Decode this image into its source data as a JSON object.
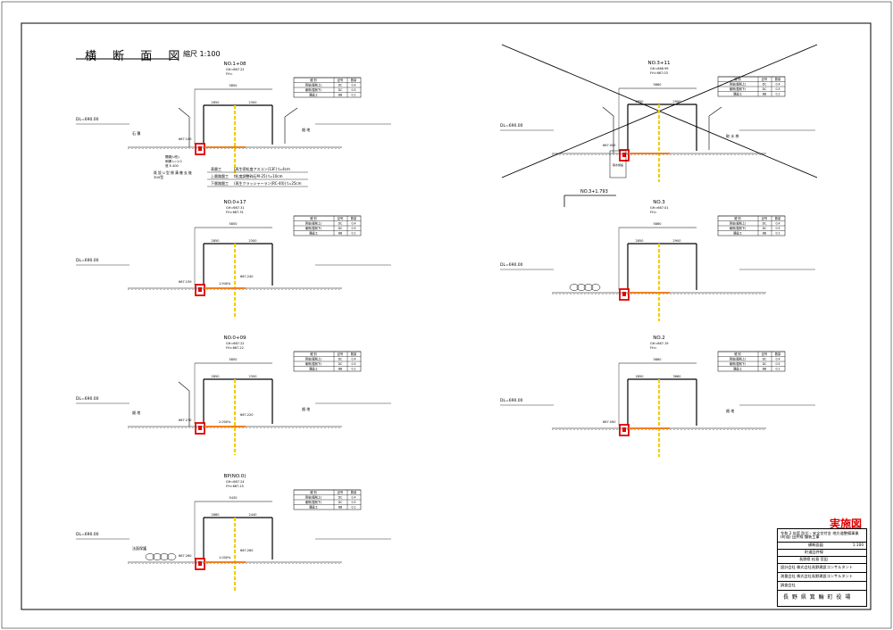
{
  "document": {
    "title": "横 断 面 図",
    "scale": "縮尺 1:100",
    "stamp": "実施図"
  },
  "sections": [
    {
      "id": "no1_08",
      "name": "NO.1+08",
      "gh": "GH=667.22",
      "fh": "FH=",
      "dl": "DL=690.00",
      "width_total": "5850",
      "width_left": "2850",
      "width_right": "2300",
      "elev_label": "667.100",
      "side_left": "石 積",
      "side_right": "畑 地"
    },
    {
      "id": "no0_17",
      "name": "NO.0+17",
      "gh": "GH=667.31",
      "fh": "FH=667.31",
      "dl": "DL=690.00",
      "width_total": "5850",
      "width_left": "2850",
      "width_right": "2300",
      "elev_left": "667.159",
      "elev_right": "667.240",
      "grade": "1.940%"
    },
    {
      "id": "no0_09",
      "name": "NO.0+09",
      "gh": "GH=667.22",
      "fh": "FH=667.22",
      "dl": "DL=690.00",
      "width_total": "5850",
      "width_left": "2850",
      "width_right": "2300",
      "elev_left": "667.270",
      "elev_right": "667.220",
      "grade": "2.000%",
      "side_left": "畑 地",
      "side_right": "畑 地"
    },
    {
      "id": "bp",
      "name": "BP(NO.0)",
      "gh": "GH=667.24",
      "fh": "FH=667.25",
      "dl": "DL=690.00",
      "width_total": "5430",
      "width_left": "2880",
      "width_right": "2440",
      "elev_left": "667.260",
      "elev_right": "667.260",
      "grade": "1.000%",
      "side_left": "法面保護"
    },
    {
      "id": "no3_11",
      "name": "NO.3+11",
      "gh": "GH=666.99",
      "fh": "FH=667.03",
      "dl": "DL=690.00",
      "width_total": "5860",
      "width_left": "2850",
      "width_right": "2900",
      "elev_label": "667.000",
      "side_right": "取 水 桝",
      "box_label": "取水施設"
    },
    {
      "id": "no3",
      "name": "NO.3",
      "gh": "GH=667.01",
      "fh": "FH=",
      "dl": "DL=690.00",
      "width_total": "5860",
      "width_left": "2850",
      "width_right": "2900"
    },
    {
      "id": "no2",
      "name": "NO.2",
      "gh": "GH=667.19",
      "fh": "FH=",
      "dl": "DL=690.00",
      "width_total": "5860",
      "width_left": "2850",
      "width_right": "3660",
      "elev_left": "667.090",
      "side_right": "畑 地"
    }
  ],
  "marker": "NO.3+1.793",
  "legend": {
    "headers": [
      "種 別",
      "記号",
      "数量"
    ],
    "rows": [
      [
        "測量(掘削上)",
        "DC",
        "0.4"
      ],
      [
        "補修(掘削下)",
        "DC",
        "0.5"
      ],
      [
        "路盤工",
        "BB",
        "0.1"
      ]
    ]
  },
  "pavement_notes": [
    {
      "label": "表層工",
      "value": "(再生密粒度アスコン(13F)  t=4cm"
    },
    {
      "label": "上層路盤工",
      "value": "(粒度調整砕石M-25)  t=10cm"
    },
    {
      "label": "下層路盤工",
      "value": "(再生クラッシャーラン(RC-40))  t=25cm"
    }
  ],
  "culvert_notes": [
    "開渠(U形)",
    "側溝 L=1.0",
    "底 E-400"
  ],
  "existing_note": "既 設 U 型 側 溝  撤 去 後",
  "existing_size": "300型",
  "title_block": {
    "rows": [
      "令和 2 年度  防災・安全交付金 地方道整備事業 (町道) 田井線 舗装工事",
      "横断面図",
      "町道田井線",
      "長野県  松島  宮田",
      "設計会社  株式会社長野建設コンサルタント",
      "測量会社  株式会社長野建設コンサルタント",
      "調査会社",
      "長 野 県 箕 輪 町 役 場"
    ],
    "drawing_no": "1:100"
  },
  "colors": {
    "red": "#e00000",
    "orange": "#f08020",
    "yellow": "#f0d000"
  }
}
